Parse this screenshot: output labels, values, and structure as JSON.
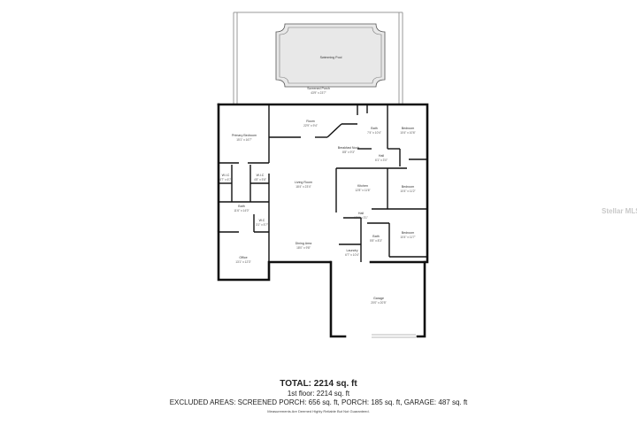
{
  "rooms": {
    "pool": {
      "name": "Swimming Pool",
      "dims": ""
    },
    "porch": {
      "name": "Screened Porch",
      "dims": "43'9\" x 23'7\""
    },
    "room": {
      "name": "Room",
      "dims": "22'9\" x 9'4\""
    },
    "primary": {
      "name": "Primary Bedroom",
      "dims": "15'1\" x 16'7\""
    },
    "bath_top": {
      "name": "Bath",
      "dims": "7'4\" x 10'4\""
    },
    "bed_ne": {
      "name": "Bedroom",
      "dims": "10'4\" x 10'6\""
    },
    "nook": {
      "name": "Breakfast Nook",
      "dims": "8'8\" x 9'3\""
    },
    "hall_e": {
      "name": "Hall",
      "dims": "6'1\" x 3'0\""
    },
    "wic1": {
      "name": "W.I.C",
      "dims": "4'7\" x 6'7\""
    },
    "wic2": {
      "name": "W.I.C",
      "dims": "4'8\" x 5'8\""
    },
    "living": {
      "name": "Living Room",
      "dims": "18'4\" x 23'4\""
    },
    "kitchen": {
      "name": "Kitchen",
      "dims": "12'8\" x 11'6\""
    },
    "bed_e": {
      "name": "Bedroom",
      "dims": "10'4\" x 11'2\""
    },
    "bath_pri": {
      "name": "Bath",
      "dims": "11'6\" x 14'0\""
    },
    "hall_c": {
      "name": "Hall",
      "dims": "12'6\" x 3'1\""
    },
    "wc": {
      "name": "W.C",
      "dims": "3'1\" x 5'7\""
    },
    "bath_s": {
      "name": "Bath",
      "dims": "5'5\" x 8'3\""
    },
    "bed_se": {
      "name": "Bedroom",
      "dims": "10'4\" x 11'7\""
    },
    "dining": {
      "name": "Dining Area",
      "dims": "18'0\" x 9'8\""
    },
    "laundry": {
      "name": "Laundry",
      "dims": "6'7\" x 10'4\""
    },
    "office": {
      "name": "Office",
      "dims": "13'1\" x 12'3\""
    },
    "garage": {
      "name": "Garage",
      "dims": "20'0\" x 20'5\""
    }
  },
  "summary": {
    "total": "TOTAL: 2214 sq. ft",
    "floor": "1st floor: 2214 sq. ft",
    "excluded": "EXCLUDED AREAS: SCREENED PORCH: 656 sq. ft, PORCH: 185 sq. ft, GARAGE: 487 sq. ft",
    "disclaimer": "Measurements Are Deemed Highly Reliable But Not Guaranteed."
  },
  "watermark": "Stellar MLS",
  "colors": {
    "wall": "#111111",
    "pool": "#e8e8e8",
    "text": "#333333"
  }
}
